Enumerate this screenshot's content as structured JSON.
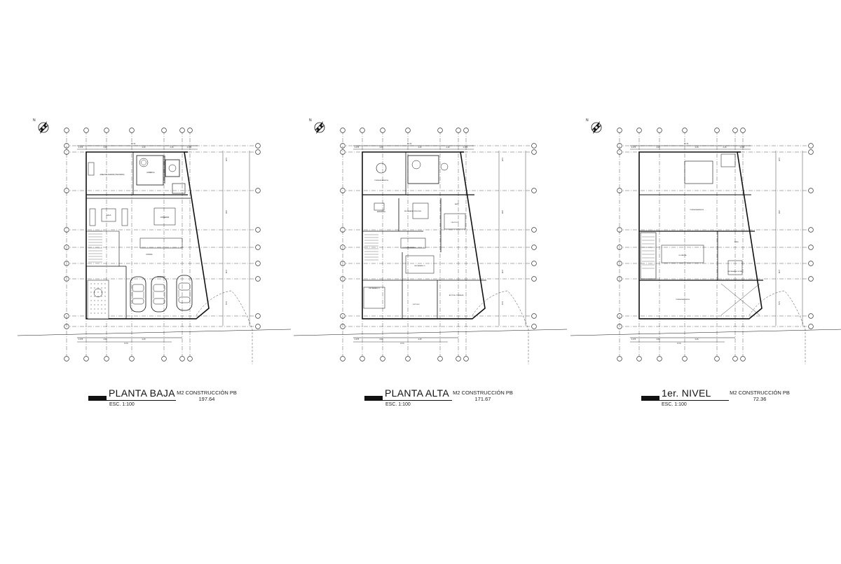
{
  "sheet": {
    "line_color": "#111111",
    "grid_color": "#333333",
    "plans": [
      {
        "id": "planta-baja",
        "title": "PLANTA BAJA",
        "scale": "ESC. 1:100",
        "area_label": "M2 CONSTRUCCIÓN PB",
        "area_value": "197.64",
        "rooms": [
          "AREA DE ASADOR (TECHADO)",
          "ALBERCA",
          "SALA",
          "COMEDOR",
          "COCINA",
          "COCHERA",
          "CUARTO DE MAQ.",
          "CHAPOTEADERO"
        ],
        "dims_top": [
          "0.075",
          "3.60",
          "15.74",
          "4.25",
          "2.45",
          "0.075"
        ],
        "dims_bottom": [
          "0.075",
          "3.60",
          "8.70",
          "4.25"
        ]
      },
      {
        "id": "planta-alta",
        "title": "PLANTA ALTA",
        "scale": "ESC. 1:100",
        "area_label": "M2 CONSTRUCCIÓN PB",
        "area_value": "171.67",
        "rooms": [
          "TERRAZA ABIERTA",
          "ESTANCIA",
          "RECAMARA PRINCIPAL",
          "BAÑO",
          "VESTIDOR",
          "LAVANDERIA",
          "RECAMARA #2",
          "RECAMARA #3",
          "ESTUDIO",
          "AZOTEA / TERRAZA"
        ],
        "dims_top": [
          "0.075",
          "3.60",
          "15.74",
          "4.25",
          "2.45",
          "0.075"
        ],
        "dims_bottom": [
          "0.075",
          "3.60",
          "8.70",
          "4.25"
        ]
      },
      {
        "id": "primer-nivel",
        "title": "1er. NIVEL",
        "scale": "ESC. 1:100",
        "area_label": "M2 CONSTRUCCIÓN PB",
        "area_value": "72.36",
        "rooms": [
          "TERRAZA ABIERTA",
          "ESTANCIA",
          "RECAMARA VISITAS",
          "BAÑO",
          "TERRAZA ABIERTA"
        ],
        "dims_top": [
          "0.075",
          "3.60",
          "15.74",
          "4.25",
          "2.45",
          "0.075"
        ],
        "dims_bottom": [
          "0.075",
          "3.60",
          "8.70",
          "4.25"
        ]
      }
    ]
  }
}
